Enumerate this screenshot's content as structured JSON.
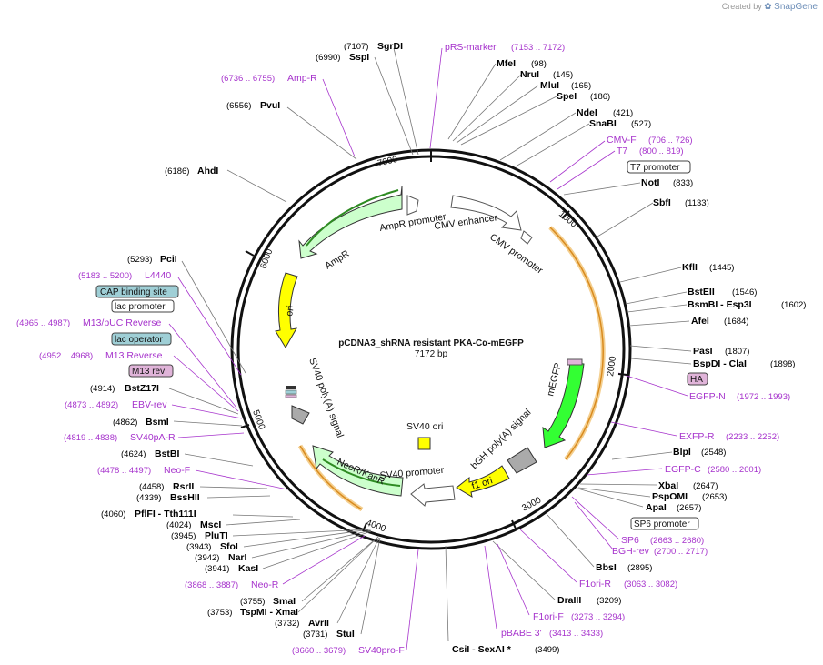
{
  "header": {
    "credit_prefix": "Created by",
    "brand": "SnapGene"
  },
  "plasmid": {
    "name": "pCDNA3_shRNA resistant PKA-Cα-mEGFP",
    "size": "7172 bp"
  },
  "colors": {
    "enzyme": "#000000",
    "primer": "#a633cc",
    "backbone": "#111111",
    "promoter": "#ffffff",
    "ori": "#ffff00",
    "ampr": "#ccffcc",
    "neor": "#ccffcc",
    "egfp": "#33ff33",
    "primer_bind": "#f4cf8f",
    "feature_blue": "#9fcfd6",
    "feature_pink": "#e0b4d9"
  },
  "ticks": [
    {
      "label": "1000"
    },
    {
      "label": "2000"
    },
    {
      "label": "3000"
    },
    {
      "label": "4000"
    },
    {
      "label": "5000"
    },
    {
      "label": "6000"
    },
    {
      "label": "7000"
    }
  ],
  "enzymes": [
    {
      "name": "SgrDI",
      "pos": "(7107)"
    },
    {
      "name": "SspI",
      "pos": "(6990)"
    },
    {
      "name": "PvuI",
      "pos": "(6556)"
    },
    {
      "name": "AhdI",
      "pos": "(6186)"
    },
    {
      "name": "PciI",
      "pos": "(5293)"
    },
    {
      "name": "BstZ17I",
      "pos": "(4914)"
    },
    {
      "name": "BsmI",
      "pos": "(4862)"
    },
    {
      "name": "BstBI",
      "pos": "(4624)"
    },
    {
      "name": "RsrII",
      "pos": "(4458)"
    },
    {
      "name": "BssHII",
      "pos": "(4339)"
    },
    {
      "name": "PflFI  - Tth111I",
      "pos": "(4060)"
    },
    {
      "name": "MscI",
      "pos": "(4024)"
    },
    {
      "name": "PluTI",
      "pos": "(3945)"
    },
    {
      "name": "SfoI",
      "pos": "(3943)"
    },
    {
      "name": "NarI",
      "pos": "(3942)"
    },
    {
      "name": "KasI",
      "pos": "(3941)"
    },
    {
      "name": "SmaI",
      "pos": "(3755)"
    },
    {
      "name": "TspMI  - XmaI",
      "pos": "(3753)"
    },
    {
      "name": "AvrII",
      "pos": "(3732)"
    },
    {
      "name": "StuI",
      "pos": "(3731)"
    },
    {
      "name": "CsiI  - SexAI *",
      "pos": "(3499)"
    },
    {
      "name": "MfeI",
      "pos": "(98)"
    },
    {
      "name": "NruI",
      "pos": "(145)"
    },
    {
      "name": "MluI",
      "pos": "(165)"
    },
    {
      "name": "SpeI",
      "pos": "(186)"
    },
    {
      "name": "NdeI",
      "pos": "(421)"
    },
    {
      "name": "SnaBI",
      "pos": "(527)"
    },
    {
      "name": "NotI",
      "pos": "(833)"
    },
    {
      "name": "SbfI",
      "pos": "(1133)"
    },
    {
      "name": "KflI",
      "pos": "(1445)"
    },
    {
      "name": "BstEII",
      "pos": "(1546)"
    },
    {
      "name": "BsmBI  - Esp3I",
      "pos": "(1602)"
    },
    {
      "name": "AfeI",
      "pos": "(1684)"
    },
    {
      "name": "PasI",
      "pos": "(1807)"
    },
    {
      "name": "BspDI  - ClaI",
      "pos": "(1898)"
    },
    {
      "name": "BlpI",
      "pos": "(2548)"
    },
    {
      "name": "XbaI",
      "pos": "(2647)"
    },
    {
      "name": "PspOMI",
      "pos": "(2653)"
    },
    {
      "name": "ApaI",
      "pos": "(2657)"
    },
    {
      "name": "BbsI",
      "pos": "(2895)"
    },
    {
      "name": "DraIII",
      "pos": "(3209)"
    }
  ],
  "primers": [
    {
      "name": "pRS-marker",
      "range": "(7153 .. 7172)"
    },
    {
      "name": "Amp-R",
      "range": "(6736 .. 6755)"
    },
    {
      "name": "L4440",
      "range": "(5183 .. 5200)"
    },
    {
      "name": "M13/pUC Reverse",
      "range": "(4965 .. 4987)"
    },
    {
      "name": "M13 Reverse",
      "range": "(4952 .. 4968)"
    },
    {
      "name": "EBV-rev",
      "range": "(4873 .. 4892)"
    },
    {
      "name": "SV40pA-R",
      "range": "(4819 .. 4838)"
    },
    {
      "name": "Neo-F",
      "range": "(4478 .. 4497)"
    },
    {
      "name": "Neo-R",
      "range": "(3868 .. 3887)"
    },
    {
      "name": "SV40pro-F",
      "range": "(3660 .. 3679)"
    },
    {
      "name": "pBABE 3'",
      "range": "(3413 .. 3433)"
    },
    {
      "name": "F1ori-F",
      "range": "(3273 .. 3294)"
    },
    {
      "name": "F1ori-R",
      "range": "(3063 .. 3082)"
    },
    {
      "name": "BGH-rev",
      "range": "(2700 .. 2717)"
    },
    {
      "name": "SP6",
      "range": "(2663 .. 2680)"
    },
    {
      "name": "EGFP-C",
      "range": "(2580 .. 2601)"
    },
    {
      "name": "EXFP-R",
      "range": "(2233 .. 2252)"
    },
    {
      "name": "EGFP-N",
      "range": "(1972 .. 1993)"
    },
    {
      "name": "CMV-F",
      "range": "(706 .. 726)"
    },
    {
      "name": "T7",
      "range": "(800 .. 819)"
    }
  ],
  "boxed_labels": {
    "cap_binding_site": "CAP binding site",
    "lac_promoter": "lac promoter",
    "lac_operator": "lac operator",
    "m13_rev": "M13 rev",
    "t7_promoter": "T7 promoter",
    "sp6_promoter": "SP6 promoter",
    "ha": "HA"
  },
  "features": {
    "ampr_promoter": "AmpR promoter",
    "ampr": "AmpR",
    "cmv_enhancer": "CMV enhancer",
    "cmv_promoter": "CMV promoter",
    "ori": "ori",
    "sv40_polya": "SV40 poly(A) signal",
    "sv40_ori": "SV40 ori",
    "sv40_promoter": "SV40 promoter",
    "neor": "NeoR/KanR",
    "bgh_polya": "bGH poly(A) signal",
    "f1_ori": "f1 ori",
    "megfp": "mEGFP"
  }
}
